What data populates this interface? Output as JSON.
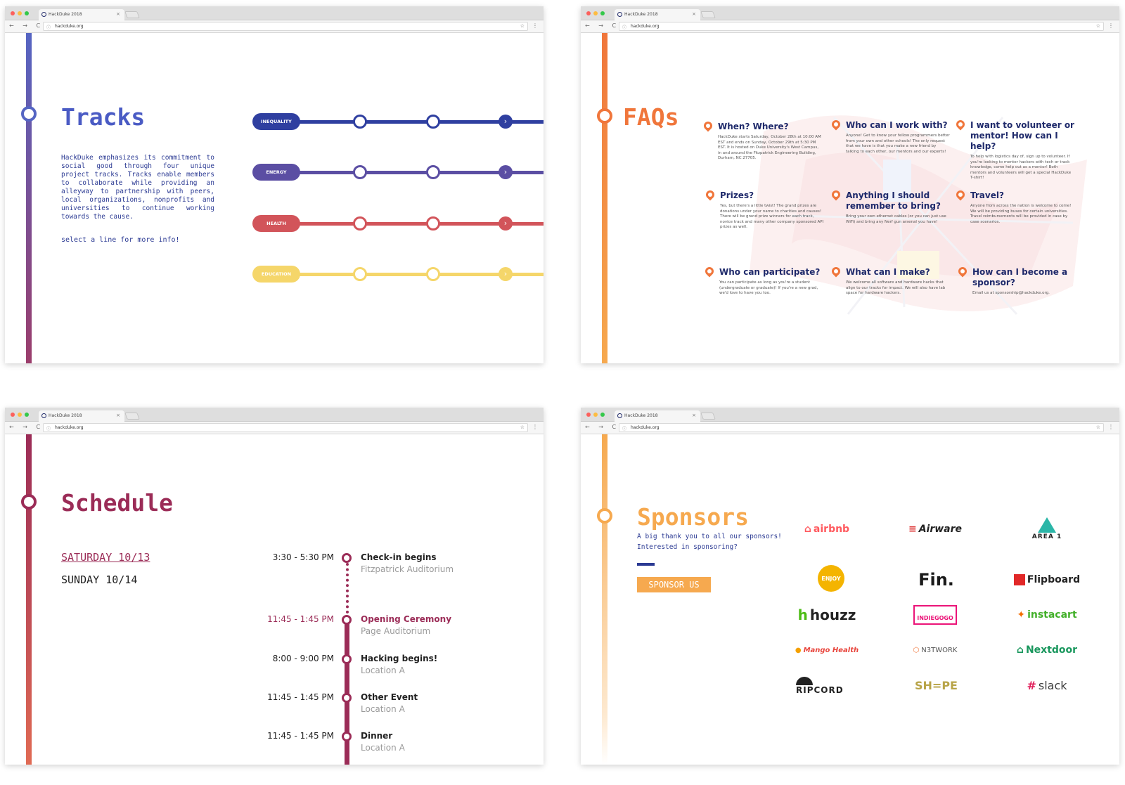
{
  "browser": {
    "tab_title": "HackDuke 2018",
    "tab_close": "×",
    "url": "hackduke.org",
    "nav": "← → C",
    "info": "ⓘ",
    "star": "☆",
    "menu": "⋮"
  },
  "tracks": {
    "title": "Tracks",
    "description": "HackDuke emphasizes its commitment to social good through four unique project tracks. Tracks enable members to collaborate while providing an alleyway to partnership with peers, local organizations, nonprofits and universities to continue working towards the cause.",
    "hint": "select a line for more info!",
    "items": [
      {
        "label": "INEQUALITY",
        "color": "#2f3fa0"
      },
      {
        "label": "ENERGY",
        "color": "#5b4ea3"
      },
      {
        "label": "HEALTH",
        "color": "#d2545a"
      },
      {
        "label": "EDUCATION",
        "color": "#f5d66a"
      }
    ],
    "arrow": "›"
  },
  "faqs": {
    "title": "FAQs",
    "items": [
      {
        "q": "When? Where?",
        "a": "HackDuke starts Saturday, October 28th at 10:00 AM EST and ends on Sunday, October 29th at 5:30 PM EST. It is hosted on Duke University's West Campus, in and around the Fitzpatrick Engineering Building, Durham, NC 27705."
      },
      {
        "q": "Who can I work with?",
        "a": "Anyone! Get to know your fellow programmers better from your own and other schools! The only request that we have is that you make a new friend by talking to each other, our mentors and our experts!"
      },
      {
        "q": "I want to volunteer or mentor! How can I help?",
        "a": "To help with logistics day of, sign up to volunteer. If you're looking to mentor hackers with tech or track knowledge, come help out as a mentor! Both mentors and volunteers will get a special HackDuke T-shirt!"
      },
      {
        "q": "Prizes?",
        "a": "Yes, but there's a little twist! The grand prizes are donations under your name to charities and causes! There will be grand prize winners for each track, novice track and many other company sponsored API prizes as well."
      },
      {
        "q": "Anything I should remember to bring?",
        "a": "Bring your own ethernet cables (or you can just use WiFi) and bring any Nerf gun arsenal you have!"
      },
      {
        "q": "Travel?",
        "a": "Anyone from across the nation is welcome to come! We will be providing buses for certain universities. Travel reimbursements will be provided in case by case scenarios."
      },
      {
        "q": "Who can participate?",
        "a": "You can participate as long as you're a student (undergraduate or graduate)! If you're a new grad, we'd love to have you too."
      },
      {
        "q": "What can I make?",
        "a": "We welcome all software and hardware hacks that align to our tracks for impact. We will also have lab space for hardware hackers."
      },
      {
        "q": "How can I become a sponsor?",
        "a": "Email us at sponsorship@hackduke.org."
      }
    ]
  },
  "schedule": {
    "title": "Schedule",
    "days": [
      {
        "label": "SATURDAY 10/13",
        "active": true
      },
      {
        "label": "SUNDAY 10/14",
        "active": false
      }
    ],
    "events": [
      {
        "time": "3:30 - 5:30 PM",
        "name": "Check-in begins",
        "location": "Fitzpatrick Auditorium",
        "active": false
      },
      {
        "time": "11:45 - 1:45 PM",
        "name": "Opening Ceremony",
        "location": "Page Auditorium",
        "active": true
      },
      {
        "time": "8:00 - 9:00 PM",
        "name": "Hacking begins!",
        "location": "Location A",
        "active": false
      },
      {
        "time": "11:45 - 1:45 PM",
        "name": "Other Event",
        "location": "Location A",
        "active": false
      },
      {
        "time": "11:45 - 1:45 PM",
        "name": "Dinner",
        "location": "Location A",
        "active": false
      }
    ]
  },
  "sponsors": {
    "title": "Sponsors",
    "subtitle_line1": "A big thank you to all our sponsors!",
    "subtitle_line2": "Interested in sponsoring?",
    "button": "SPONSOR US",
    "logos": [
      {
        "name": "airbnb",
        "color": "#ff5a5f",
        "icon": "airbnb-icon"
      },
      {
        "name": "Airware",
        "color": "#222222",
        "icon": "airware-icon"
      },
      {
        "name": "AREA 1",
        "color": "#222222",
        "icon": "area1-icon"
      },
      {
        "name": "ENJOY",
        "color": "#f4b400",
        "icon": "enjoy-icon"
      },
      {
        "name": "Fin.",
        "color": "#1a1a1a",
        "icon": "fin-icon"
      },
      {
        "name": "Flipboard",
        "color": "#e12828",
        "icon": "flipboard-icon"
      },
      {
        "name": "houzz",
        "color": "#222222",
        "icon": "houzz-icon"
      },
      {
        "name": "INDIEGOGO",
        "color": "#eb1478",
        "icon": "indiegogo-icon"
      },
      {
        "name": "instacart",
        "color": "#43b02a",
        "icon": "instacart-icon"
      },
      {
        "name": "Mango Health",
        "color": "#e8453c",
        "icon": "mango-health-icon"
      },
      {
        "name": "N3TWORK",
        "color": "#555555",
        "icon": "n3twork-icon"
      },
      {
        "name": "Nextdoor",
        "color": "#19975d",
        "icon": "nextdoor-icon"
      },
      {
        "name": "RIPCORD",
        "color": "#222222",
        "icon": "ripcord-icon"
      },
      {
        "name": "SH=PE",
        "color": "#b8a448",
        "icon": "shape-icon"
      },
      {
        "name": "slack",
        "color": "#3e3e3e",
        "icon": "slack-icon"
      }
    ]
  },
  "colors": {
    "blue": "#2b3a93",
    "orange": "#f0763b",
    "schedule": "#9b2c57",
    "sponsor": "#f6a94f"
  }
}
